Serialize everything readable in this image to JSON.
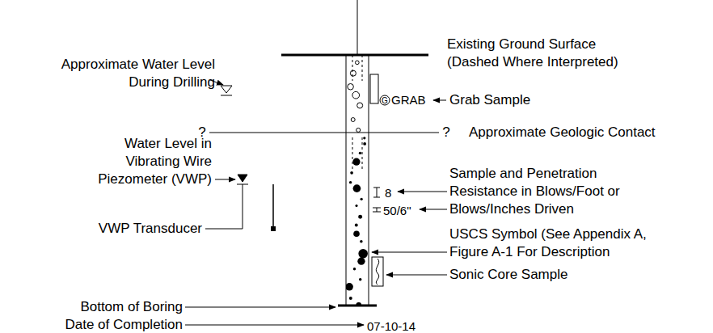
{
  "diagram": {
    "labels": [
      "Existing Ground Surface (Dashed Where Interpreted)",
      "Approximate Water Level During Drilling",
      "GRAB",
      "G",
      "Grab Sample",
      "?",
      "?",
      "Approximate Geologic Contact",
      "Water Level in Vibrating Wire Piezometer (VWP)",
      "VWP Transducer",
      "8",
      "50/6\"",
      "Sample and Penetration Resistance in Blows/Foot or Blows/Inches Driven",
      "USCS Symbol (See Appendix A, Figure A-1 For Description",
      "Sonic Core Sample",
      "Bottom of Boring",
      "Date of Completion",
      "07-10-14"
    ]
  }
}
